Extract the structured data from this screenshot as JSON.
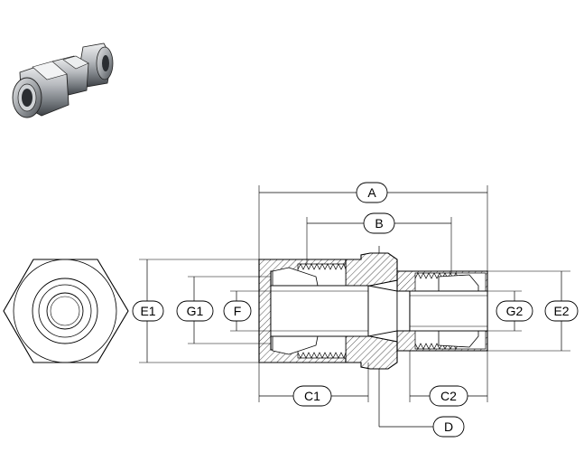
{
  "diagram": {
    "labels": {
      "A": "A",
      "B": "B",
      "C1": "C1",
      "C2": "C2",
      "D": "D",
      "E1": "E1",
      "E2": "E2",
      "F": "F",
      "G1": "G1",
      "G2": "G2"
    },
    "colors": {
      "line": "#000000",
      "metal_light": "#d9dbdd",
      "metal_mid": "#9fa3a7",
      "metal_dark": "#3d4146",
      "background": "#ffffff"
    },
    "views": [
      "isometric-view",
      "end-view",
      "section-view"
    ]
  }
}
